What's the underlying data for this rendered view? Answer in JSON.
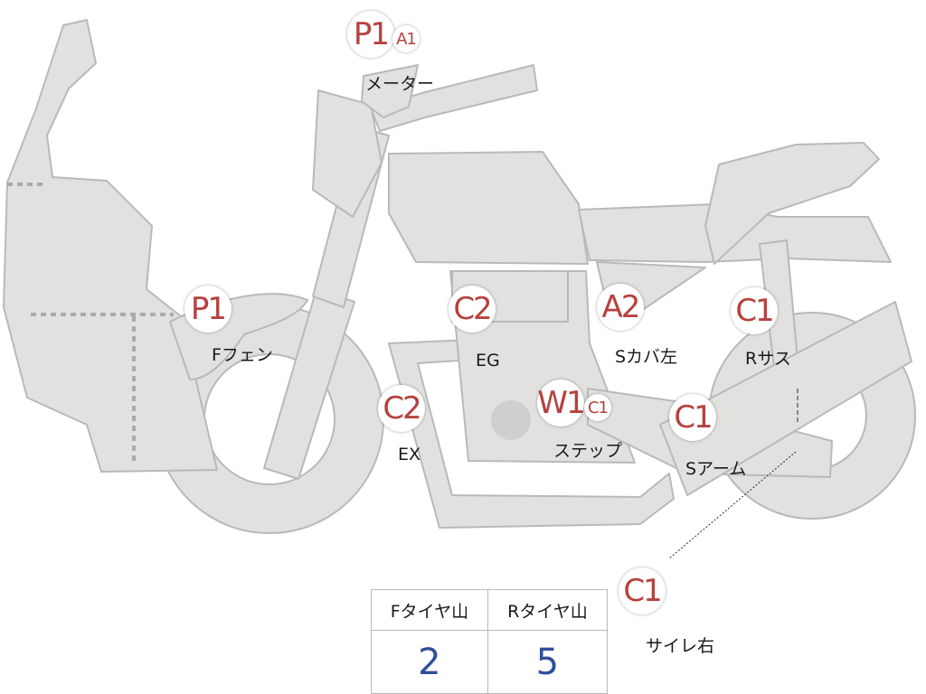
{
  "colors": {
    "body": "#e1e1df",
    "outline": "#b9b9b7",
    "badge_text": "#b6413d",
    "value_text": "#2f4f9a"
  },
  "parts": [
    {
      "id": "meter",
      "label": "メーター",
      "grades": [
        {
          "code": "P1",
          "size": "lg"
        },
        {
          "code": "A1",
          "size": "sm"
        }
      ]
    },
    {
      "id": "f-fender",
      "label": "Fフェン",
      "grades": [
        {
          "code": "P1",
          "size": "lg"
        }
      ]
    },
    {
      "id": "engine",
      "label": "EG",
      "grades": [
        {
          "code": "C2",
          "size": "lg"
        }
      ]
    },
    {
      "id": "s-cover-left",
      "label": "Sカバ左",
      "grades": [
        {
          "code": "A2",
          "size": "lg"
        }
      ]
    },
    {
      "id": "r-suspension",
      "label": "Rサス",
      "grades": [
        {
          "code": "C1",
          "size": "lg"
        }
      ]
    },
    {
      "id": "exhaust",
      "label": "EX",
      "grades": [
        {
          "code": "C2",
          "size": "lg"
        }
      ]
    },
    {
      "id": "step",
      "label": "ステップ",
      "grades": [
        {
          "code": "W1",
          "size": "lg"
        },
        {
          "code": "C1",
          "size": "sm"
        }
      ]
    },
    {
      "id": "swing-arm",
      "label": "Sアーム",
      "grades": [
        {
          "code": "C1",
          "size": "lg"
        }
      ]
    },
    {
      "id": "silencer-right",
      "label": "サイレ右",
      "grades": [
        {
          "code": "C1",
          "size": "lg"
        }
      ]
    }
  ],
  "tire_table": {
    "headers": [
      "Fタイヤ山",
      "Rタイヤ山"
    ],
    "values": [
      "2",
      "5"
    ]
  }
}
